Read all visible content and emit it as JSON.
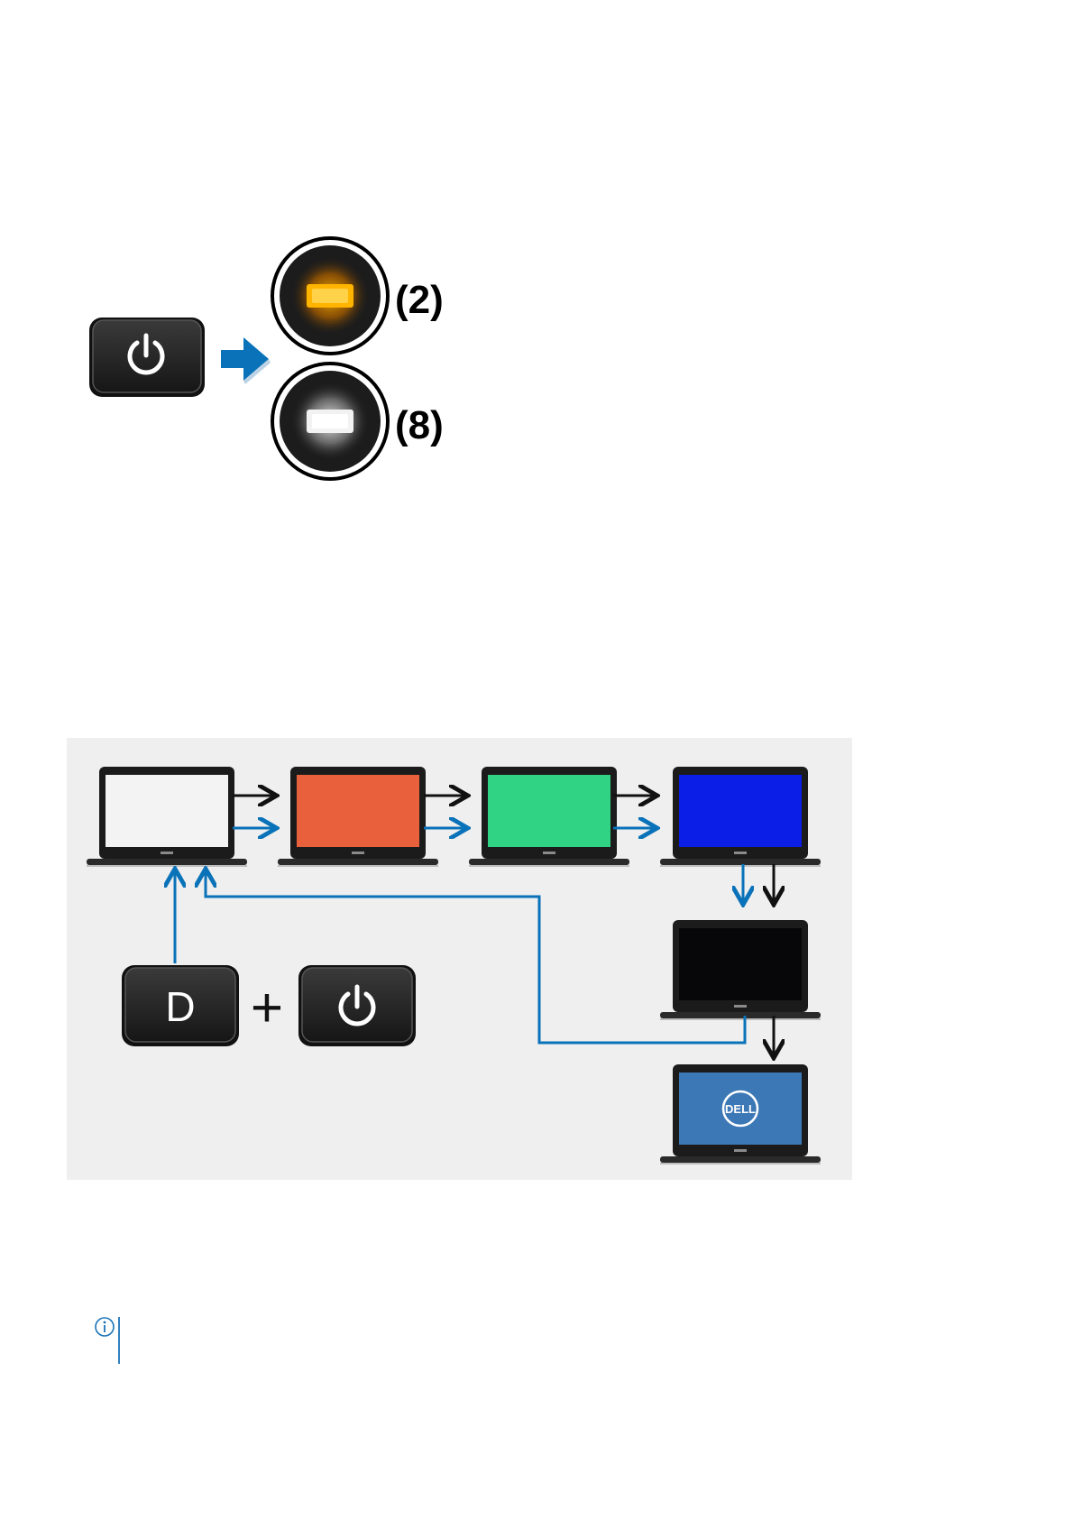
{
  "figure1": {
    "blink_labels": [
      "(2)",
      "(8)"
    ],
    "icons": [
      "power-button-icon",
      "right-arrow-icon",
      "amber-led-icon",
      "white-led-icon"
    ],
    "colors": {
      "amber": "#f5a000",
      "white": "#f2f2f2",
      "arrow_blue": "#0a72b8"
    }
  },
  "figure2": {
    "key_letter": "D",
    "plus_sign": "+",
    "logo_text": "DELL",
    "screen_colors": [
      "#f3f3f3",
      "#e9603d",
      "#2fd383",
      "#0a1ee8",
      "#07070a",
      "#3d78b6"
    ],
    "colors": {
      "panel_bg": "#efefef",
      "arrow_blue": "#0a72b8",
      "arrow_black": "#111111"
    }
  },
  "note": {
    "icon": "info-icon",
    "color": "#1a73b8"
  }
}
